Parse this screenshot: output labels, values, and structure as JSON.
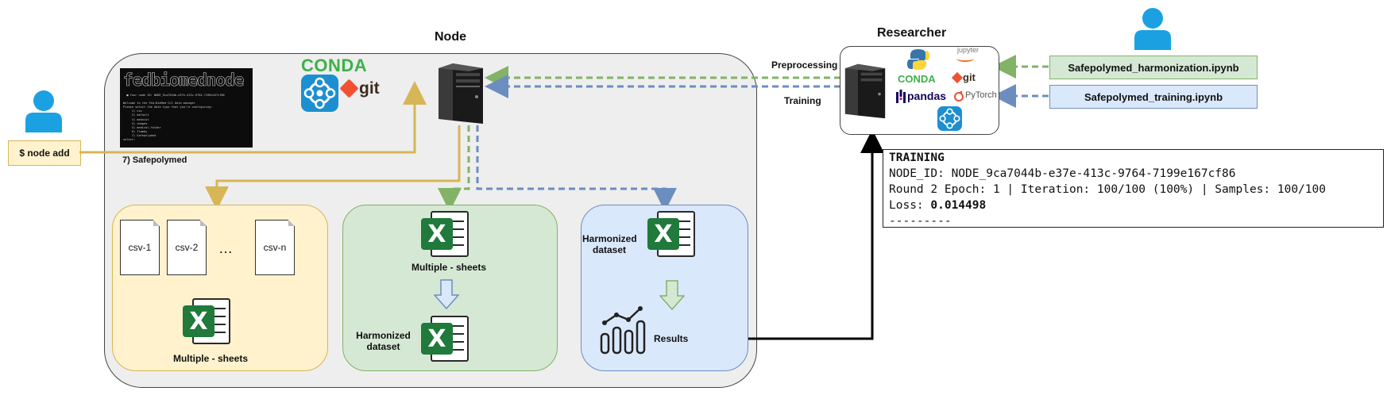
{
  "node": {
    "title": "Node",
    "terminal_logo": "fedbiomednode",
    "terminal_lines": "  ■ Your node ID: NODE_9ca7044b-e37e-413c-9764-7199e167cf86\n\nWelcome to the Fed-BioMed CLI data manager\nPlease select the data type that you're configuring:\n     1) csv\n     2) default\n     3) mednist\n     4) images\n     5) medical-folder\n     6) flamby\n     7) Safepolymed\nselect: ",
    "terminal_caption": "7) Safepolymed",
    "conda_label": "CONDA",
    "git_label": "git",
    "panel_data": {
      "csv_files": [
        "csv-1",
        "csv-2",
        "…",
        "csv-n"
      ],
      "output_label": "Multiple - sheets"
    },
    "panel_harmonize": {
      "input_label": "Multiple - sheets",
      "output_label": "Harmonized\ndataset"
    },
    "panel_results": {
      "input_label": "Harmonized\ndataset",
      "output_label": "Results"
    }
  },
  "user_command": "$ node add",
  "researcher": {
    "title": "Researcher",
    "tools": [
      "CONDA",
      "git",
      "pandas",
      "PyTorch",
      "jupyter"
    ]
  },
  "flows": {
    "preprocessing": "Preprocessing",
    "training": "Training"
  },
  "notebooks": {
    "harmonization": "Safepolymed_harmonization.ipynb",
    "training": "Safepolymed_training.ipynb"
  },
  "console": {
    "heading": "TRAINING",
    "node_id": "NODE_ID: NODE_9ca7044b-e37e-413c-9764-7199e167cf86",
    "round_line": "Round 2 Epoch: 1 | Iteration: 100/100 (100%) | Samples: 100/100",
    "loss_label": "Loss: ",
    "loss_value": "0.014498",
    "separator": "---------"
  },
  "colors": {
    "yellow_line": "#d6b656",
    "green_line": "#82b366",
    "blue_line": "#6c8ebf",
    "excel_green": "#1f7a3c",
    "person_blue": "#1ba1e2"
  },
  "icons": [
    "user-icon",
    "server-icon",
    "excel-icon",
    "python-icon",
    "jupyter-icon",
    "pytorch-icon",
    "fedbiomed-icon",
    "chart-icon"
  ]
}
